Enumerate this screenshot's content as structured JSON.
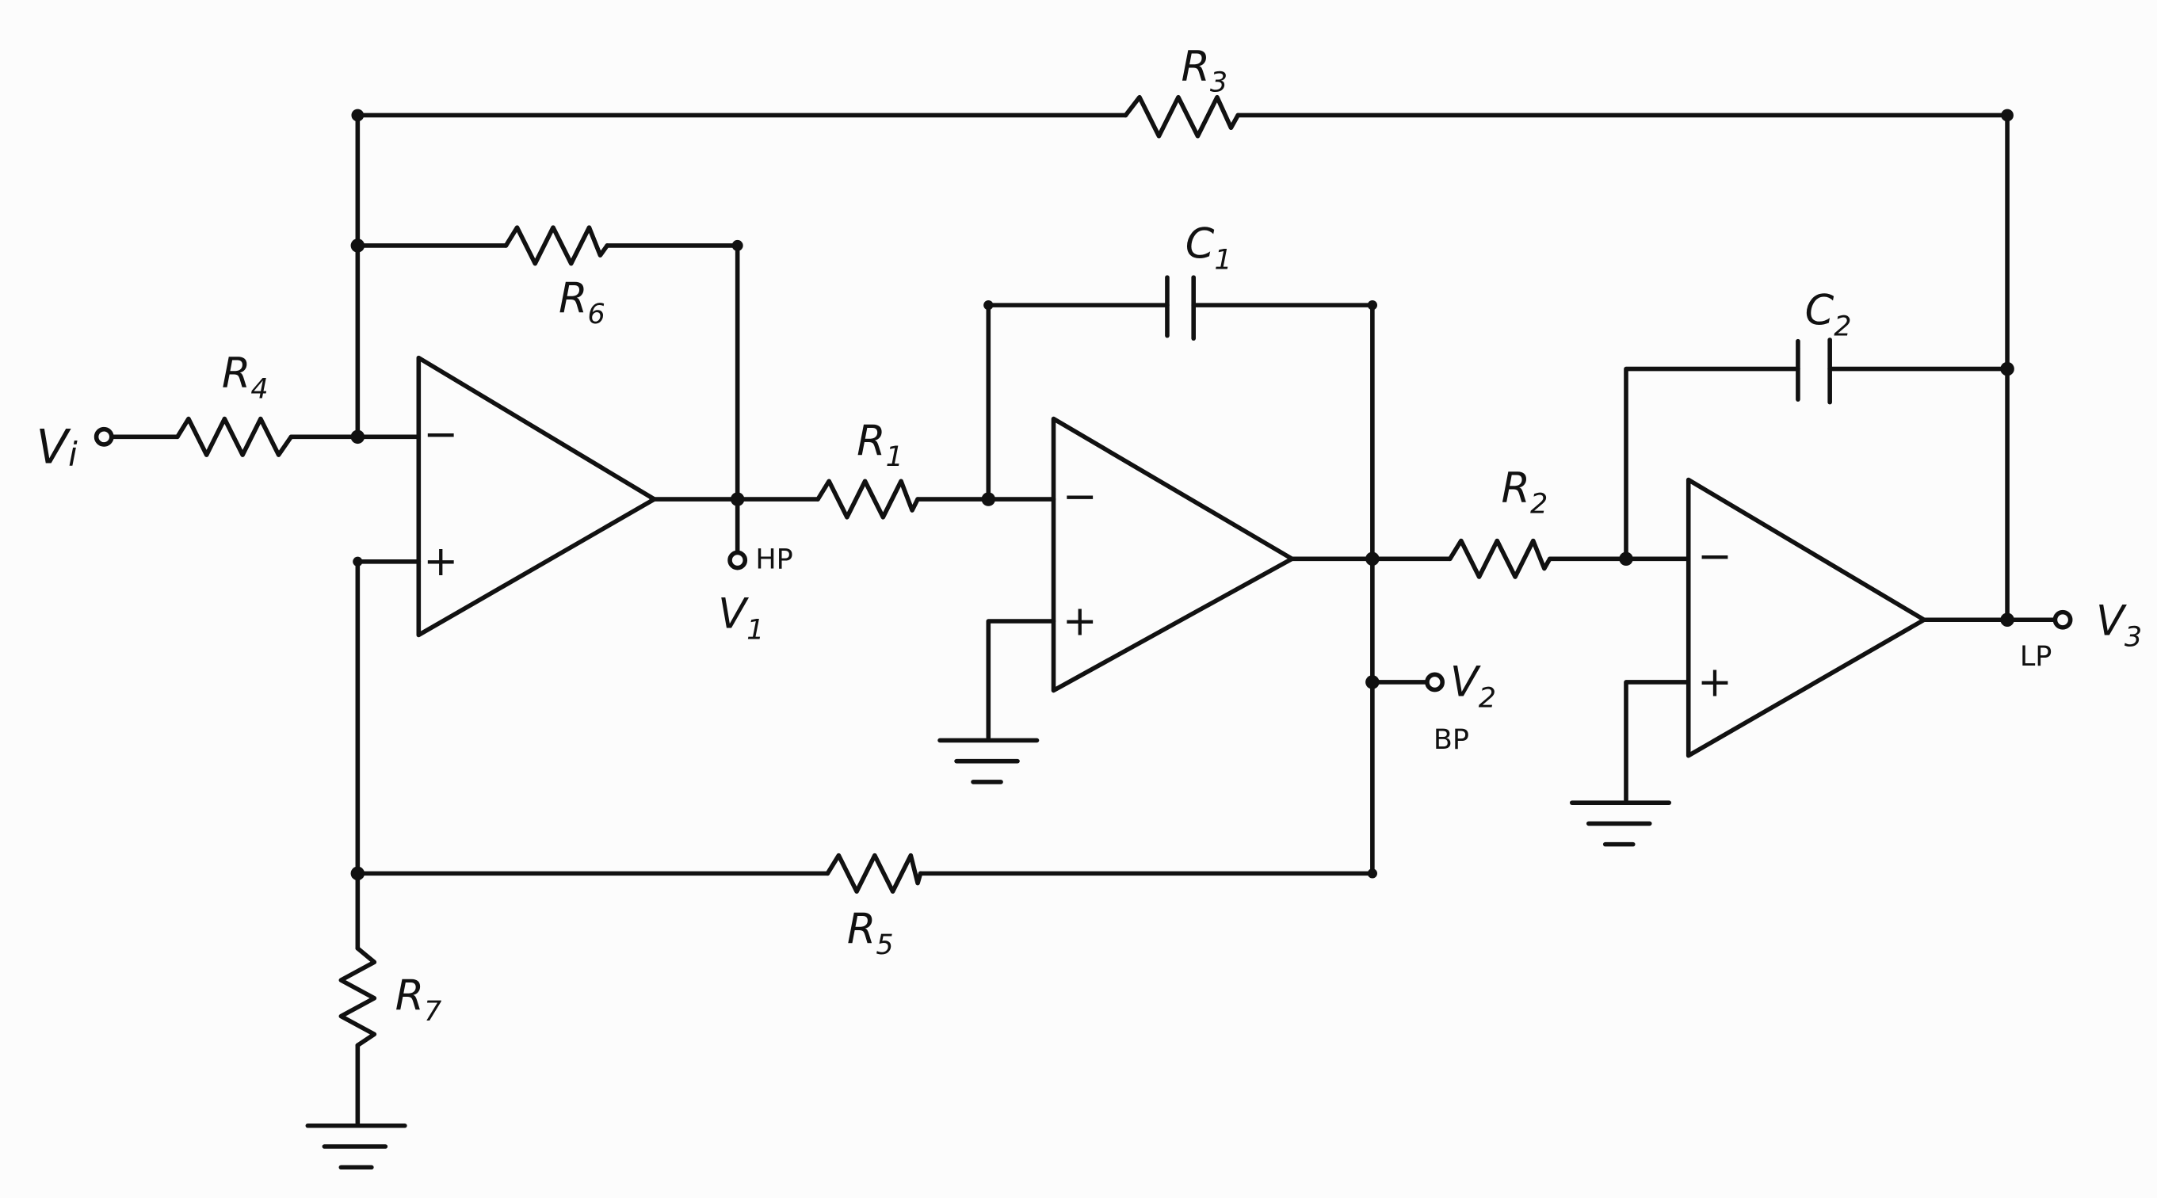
{
  "components": {
    "R1": {
      "letter": "R",
      "index": "1"
    },
    "R2": {
      "letter": "R",
      "index": "2"
    },
    "R3": {
      "letter": "R",
      "index": "3"
    },
    "R4": {
      "letter": "R",
      "index": "4"
    },
    "R5": {
      "letter": "R",
      "index": "5"
    },
    "R6": {
      "letter": "R",
      "index": "6"
    },
    "R7": {
      "letter": "R",
      "index": "7"
    },
    "C1": {
      "letter": "C",
      "index": "1"
    },
    "C2": {
      "letter": "C",
      "index": "2"
    }
  },
  "terminals": {
    "vi": {
      "letter": "V",
      "index": "i"
    },
    "v1": {
      "letter": "V",
      "index": "1",
      "type": "HP"
    },
    "v2": {
      "letter": "V",
      "index": "2",
      "type": "BP"
    },
    "v3": {
      "letter": "V",
      "index": "3",
      "type": "LP"
    }
  },
  "opamp_signs": {
    "minus": "−",
    "plus": "+"
  }
}
